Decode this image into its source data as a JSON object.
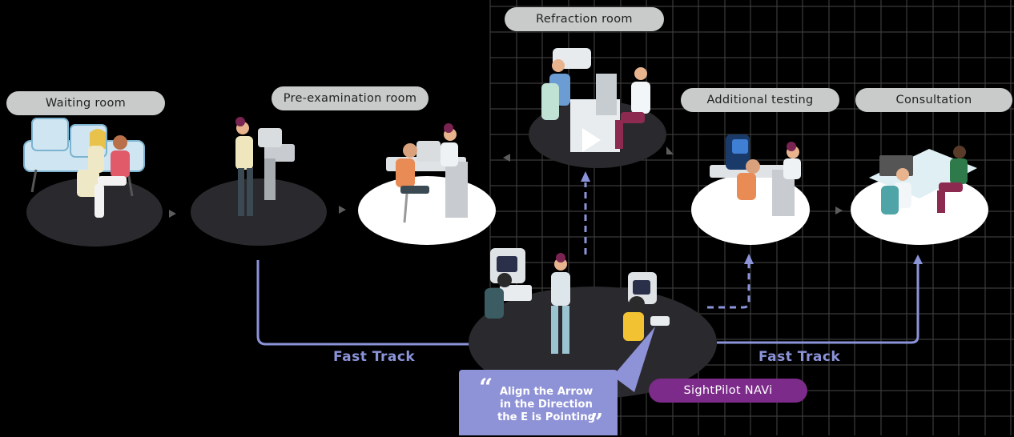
{
  "rooms": {
    "waiting": "Waiting room",
    "pre_exam": "Pre-examination room",
    "refraction": "Refraction room",
    "additional": "Additional testing",
    "consultation": "Consultation",
    "navi": "SightPilot NAVi"
  },
  "fast_track": {
    "left": "Fast Track",
    "right": "Fast Track"
  },
  "quote": {
    "open": "“",
    "line1": "Align the Arrow",
    "line2": "in the Direction",
    "line3": "the E is Pointing",
    "close": "”"
  },
  "colors": {
    "background": "#000000",
    "grid": "#3a3a3a",
    "pill_gray": "#c9cbcb",
    "navi_purple": "#7d2b8a",
    "track_blue": "#8b93d9",
    "quote_blue": "#8e92d6",
    "platform_dark": "#2a2a2e",
    "platform_light": "#ffffff"
  }
}
